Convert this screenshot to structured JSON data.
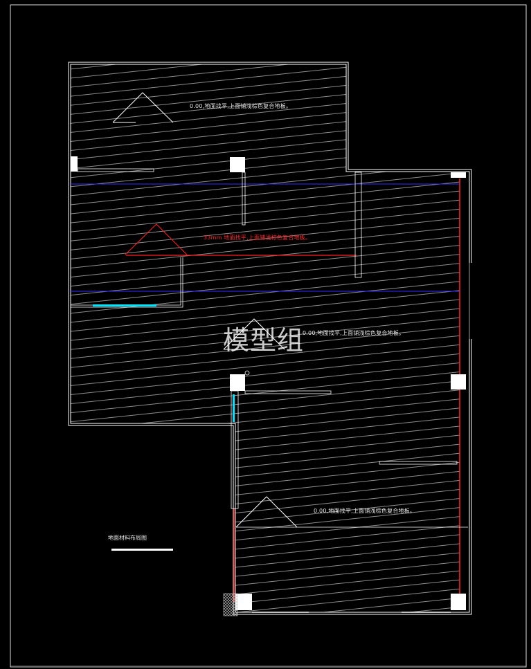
{
  "drawing": {
    "notes": [
      {
        "id": "note-top-room",
        "text": "0.00,地面找平,上面铺浅棕色复合地板。",
        "color": "white"
      },
      {
        "id": "note-mid-red",
        "text": "33mm 地面找平,上面铺浅棕色复合地板。",
        "color": "red"
      },
      {
        "id": "note-center-room",
        "text": "0.00,地面找平,上面铺浅棕色复合地板。",
        "color": "white"
      },
      {
        "id": "note-bottom-room",
        "text": "0.00,地面找平,上面铺浅棕色复合地板。",
        "color": "white"
      }
    ],
    "watermark": "模型组",
    "legend_title": "地面材料布局图",
    "colors": {
      "background": "#000000",
      "lines": "#ffffff",
      "hatch": "#bdbdbd",
      "red_line": "#ff2020",
      "blue_line": "#3030ff",
      "cyan": "#00e5ff"
    }
  }
}
